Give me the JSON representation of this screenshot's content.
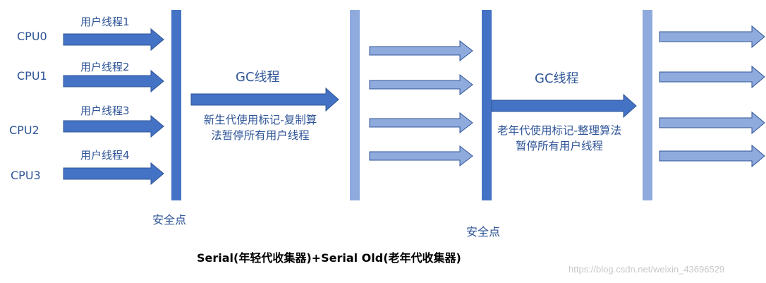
{
  "colors": {
    "dark": "#4472c4",
    "dark_stroke": "#2f5597",
    "light": "#8faadc",
    "light_stroke": "#2f5597",
    "text": "#2f5597",
    "caption": "#000000",
    "watermark": "#c8c8c8"
  },
  "cpus": [
    "CPU0",
    "CPU1",
    "CPU2",
    "CPU3"
  ],
  "user_threads": [
    "用户线程1",
    "用户线程2",
    "用户线程3",
    "用户线程4"
  ],
  "gc_thread_label": "GC线程",
  "young_gc": {
    "label": "GC线程",
    "description": "新生代使用标记-复制算法暂停所有用户线程"
  },
  "old_gc": {
    "label": "GC线程",
    "description": "老年代使用标记-整理算法暂停所有用户线程"
  },
  "safepoint_label_1": "安全点",
  "safepoint_label_2": "安全点",
  "caption": "Serial(年轻代收集器)+Serial Old(老年代收集器)",
  "watermark": "https://blog.csdn.net/weixin_43696529"
}
